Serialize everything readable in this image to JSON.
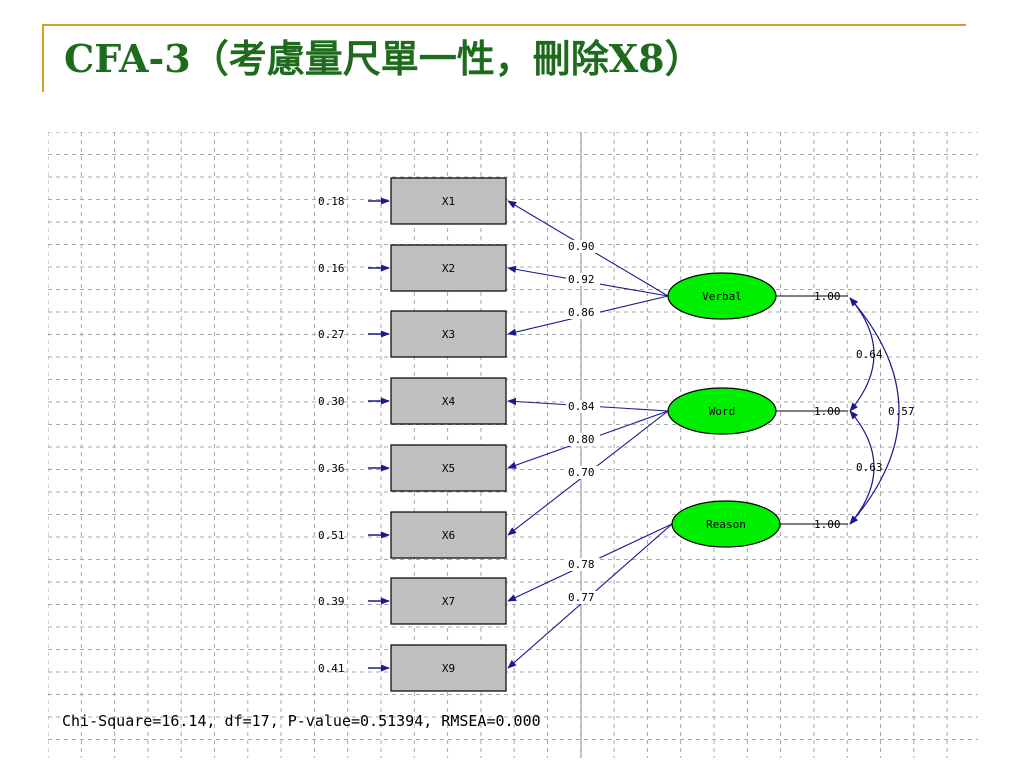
{
  "title": "CFA-3（考慮量尺單一性，刪除X8）",
  "colors": {
    "title": "#1e6b1e",
    "title_rule": "#c9a227",
    "box_fill": "#c0c0c0",
    "factor_fill": "#00ee00",
    "arrow": "#1a1a8c",
    "grid": "#a8a8a8"
  },
  "indicators": [
    {
      "id": "x1",
      "label": "X1",
      "error": "0.18"
    },
    {
      "id": "x2",
      "label": "X2",
      "error": "0.16"
    },
    {
      "id": "x3",
      "label": "X3",
      "error": "0.27"
    },
    {
      "id": "x4",
      "label": "X4",
      "error": "0.30"
    },
    {
      "id": "x5",
      "label": "X5",
      "error": "0.36"
    },
    {
      "id": "x6",
      "label": "X6",
      "error": "0.51"
    },
    {
      "id": "x7",
      "label": "X7",
      "error": "0.39"
    },
    {
      "id": "x9",
      "label": "X9",
      "error": "0.41"
    }
  ],
  "factors": [
    {
      "id": "verbal",
      "label": "Verbal",
      "variance": "1.00"
    },
    {
      "id": "word",
      "label": "Word",
      "variance": "1.00"
    },
    {
      "id": "reason",
      "label": "Reason",
      "variance": "1.00"
    }
  ],
  "loadings": [
    {
      "factor": "verbal",
      "indicator": "x1",
      "value": "0.90"
    },
    {
      "factor": "verbal",
      "indicator": "x2",
      "value": "0.92"
    },
    {
      "factor": "verbal",
      "indicator": "x3",
      "value": "0.86"
    },
    {
      "factor": "word",
      "indicator": "x4",
      "value": "0.84"
    },
    {
      "factor": "word",
      "indicator": "x5",
      "value": "0.80"
    },
    {
      "factor": "word",
      "indicator": "x6",
      "value": "0.70"
    },
    {
      "factor": "reason",
      "indicator": "x7",
      "value": "0.78"
    },
    {
      "factor": "reason",
      "indicator": "x9",
      "value": "0.77"
    }
  ],
  "correlations": [
    {
      "a": "verbal",
      "b": "word",
      "value": "0.64"
    },
    {
      "a": "verbal",
      "b": "reason",
      "value": "0.57"
    },
    {
      "a": "word",
      "b": "reason",
      "value": "0.63"
    }
  ],
  "fit_line": "Chi-Square=16.14, df=17, P-value=0.51394, RMSEA=0.000"
}
